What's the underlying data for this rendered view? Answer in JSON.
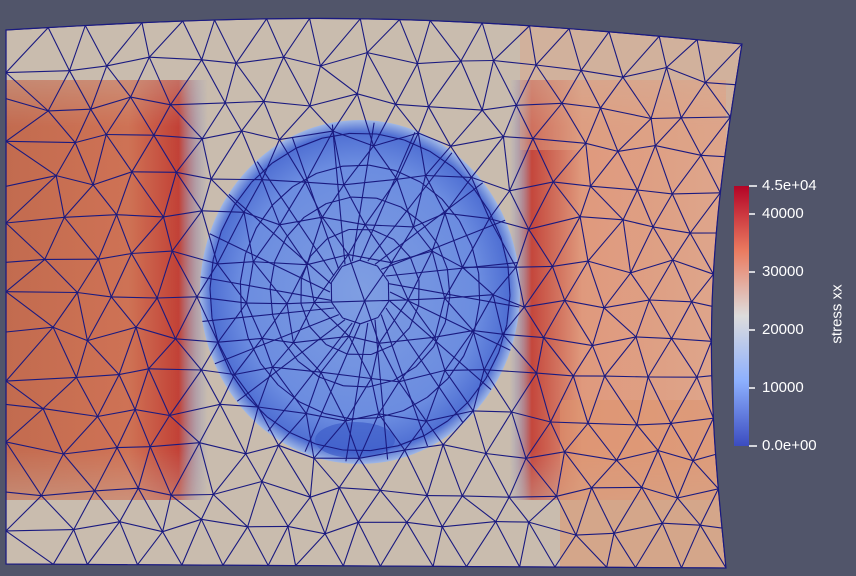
{
  "view": {
    "background": "#51556a",
    "mesh_line_color": "#1a1a80",
    "field_name": "stress xx"
  },
  "colorbar": {
    "title": "stress xx",
    "range": [
      0,
      45000
    ],
    "labels": [
      "4.5e+04",
      "40000",
      "30000",
      "20000",
      "10000",
      "0.0e+00"
    ],
    "colormap": "cool-to-warm",
    "colors": [
      "#3b4cc0",
      "#dddddd",
      "#b40426"
    ]
  }
}
